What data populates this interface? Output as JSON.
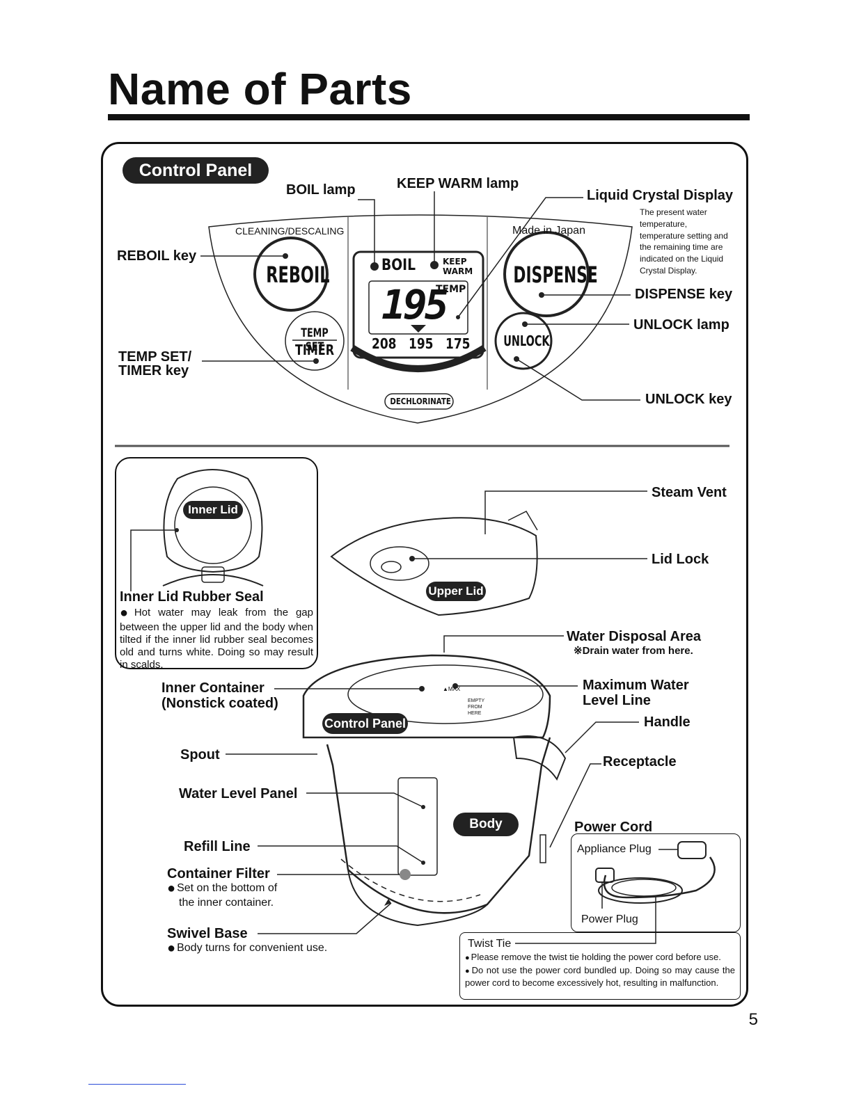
{
  "page": {
    "title": "Name of Parts",
    "page_number": "5"
  },
  "control_panel": {
    "section_label": "Control Panel",
    "labels": {
      "boil_lamp": "BOIL lamp",
      "keep_warm_lamp": "KEEP WARM lamp",
      "lcd": "Liquid Crystal Display",
      "lcd_note": "The present water temperature, temperature setting and the remaining time are indicated on the Liquid Crystal Display.",
      "reboil_key": "REBOIL key",
      "dispense_key": "DISPENSE key",
      "unlock_lamp": "UNLOCK lamp",
      "temp_set_timer_key_line1": "TEMP SET/",
      "temp_set_timer_key_line2": "TIMER key",
      "unlock_key": "UNLOCK key"
    },
    "panel_text": {
      "cleaning": "CLEANING/DESCALING",
      "made_in": "Made in Japan",
      "reboil": "REBOIL",
      "dispense": "DISPENSE",
      "temp_set": "TEMP SET",
      "timer": "TIMER",
      "unlock": "UNLOCK",
      "dechlorinate": "DECHLORINATE",
      "boil": "BOIL",
      "keep": "KEEP",
      "warm": "WARM",
      "display_value": "195",
      "temp": "TEMP",
      "presets": [
        "208",
        "195",
        "175"
      ]
    }
  },
  "lid": {
    "inner_lid_pill": "Inner Lid",
    "upper_lid_pill": "Upper Lid",
    "inner_lid_rubber_seal": "Inner Lid Rubber Seal",
    "seal_note": "Hot water may leak from the gap between the upper lid and the body when tilted if the inner lid rubber seal becomes old and turns white. Doing so may result in scalds.",
    "steam_vent": "Steam Vent",
    "lid_lock": "Lid Lock"
  },
  "body": {
    "water_disposal_area": "Water Disposal Area",
    "drain_note": "※Drain water from here.",
    "inner_container_line1": "Inner Container",
    "inner_container_line2": "(Nonstick coated)",
    "max_line_line1": "Maximum Water",
    "max_line_line2": "Level Line",
    "handle": "Handle",
    "control_panel_pill": "Control Panel",
    "spout": "Spout",
    "receptacle": "Receptacle",
    "water_level_panel": "Water Level Panel",
    "body_pill": "Body",
    "refill_line": "Refill Line",
    "container_filter": "Container Filter",
    "filter_note_line1": "Set on the bottom of",
    "filter_note_line2": "the inner container.",
    "swivel_base": "Swivel Base",
    "swivel_note": "Body turns for convenient use.",
    "max_mark": "▲MAX",
    "empty_from_here": [
      "EMPTY",
      "FROM",
      "HERE"
    ]
  },
  "power_cord": {
    "title": "Power Cord",
    "appliance_plug": "Appliance Plug",
    "power_plug": "Power Plug",
    "twist_tie": "Twist Tie",
    "notes": [
      "Please remove the twist tie holding the power cord before use.",
      "Do not use the power cord bundled up. Doing so may cause the power cord to become excessively hot, resulting in malfunction."
    ]
  }
}
